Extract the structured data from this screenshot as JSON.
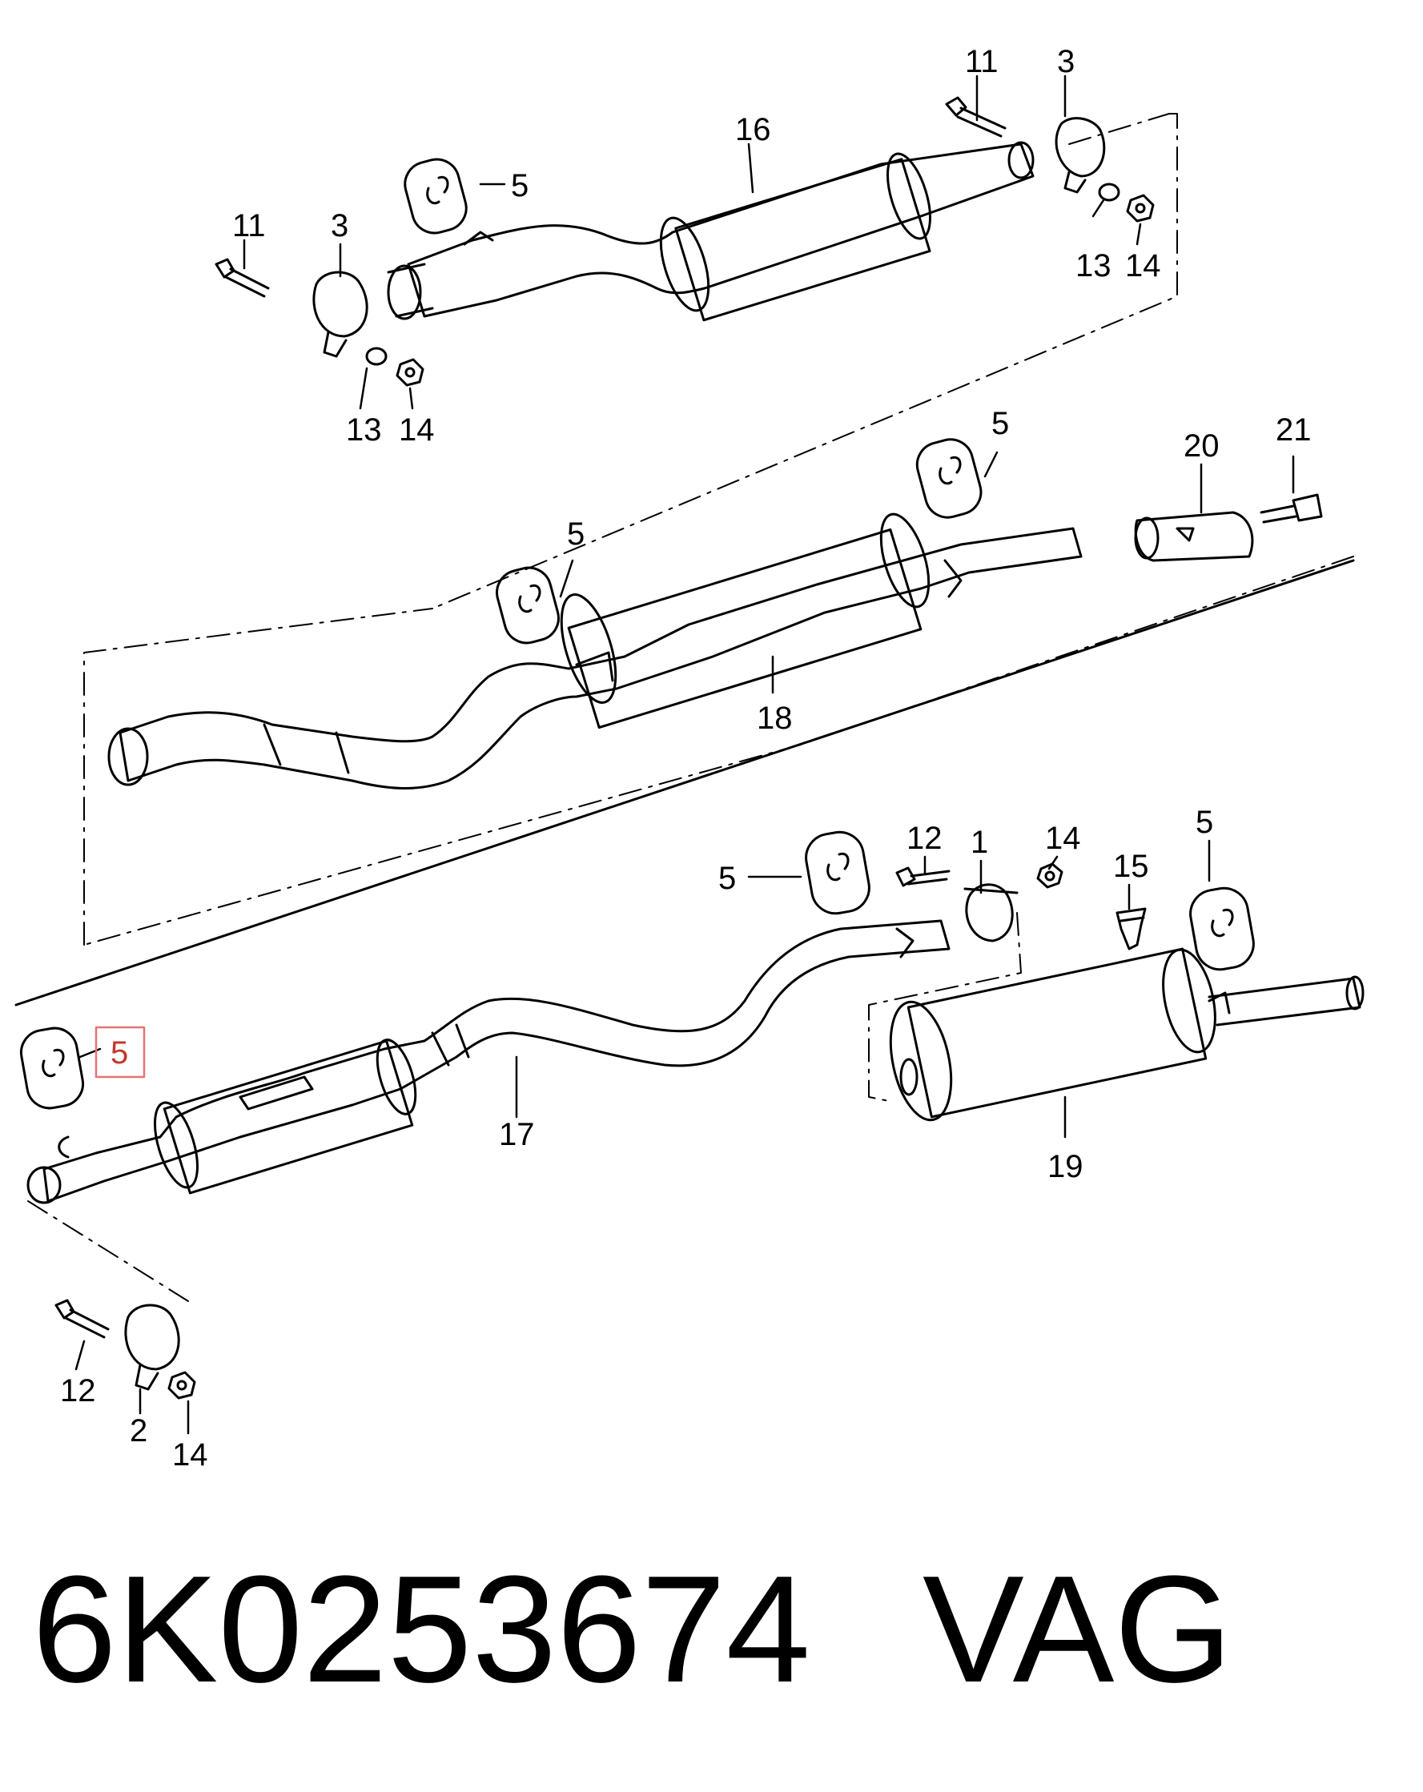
{
  "caption": {
    "part_number": "6K0253674",
    "brand": "VAG"
  },
  "highlight_color": "#e57373",
  "callouts": {
    "top_11_right": "11",
    "top_3_right": "3",
    "top_16": "16",
    "top_5_top": "5",
    "top_11_left": "11",
    "top_3_left": "3",
    "top_13_right": "13",
    "top_14_right": "14",
    "top_13_left": "13",
    "top_14_left": "14",
    "mid_5_right": "5",
    "mid_20": "20",
    "mid_21": "21",
    "mid_5_left": "5",
    "mid_18": "18",
    "low_12_top": "12",
    "low_1": "1",
    "low_14_top": "14",
    "low_5_right": "5",
    "low_5_left": "5",
    "low_15": "15",
    "low_5_highlight": "5",
    "low_17": "17",
    "low_19": "19",
    "low_12_bottom": "12",
    "low_2": "2",
    "low_14_bottom": "14"
  }
}
